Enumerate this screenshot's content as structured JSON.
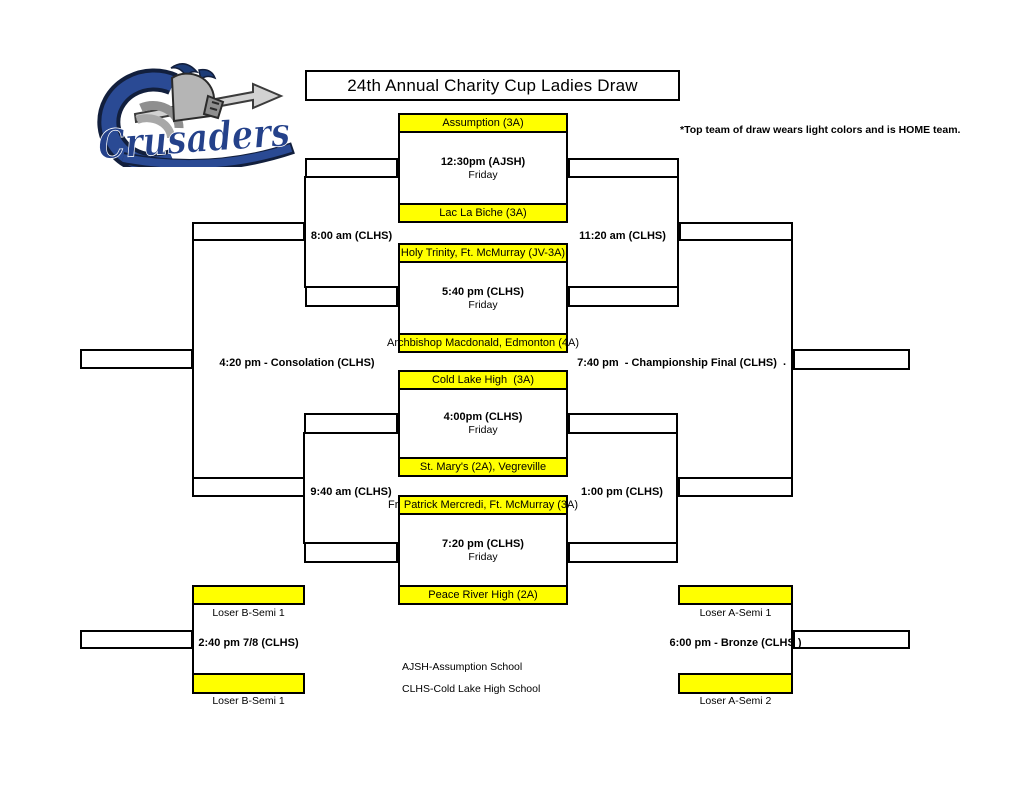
{
  "title": "24th Annual Charity Cup Ladies Draw",
  "note": "*Top team of draw wears light colors and is HOME team.",
  "logo": {
    "wordmark": "Crusaders"
  },
  "colors": {
    "highlight": "#ffff00",
    "line": "#000000",
    "logo_blue": "#2a4a94",
    "logo_navy": "#121f3d",
    "logo_silver": "#b5b5b5"
  },
  "bracket": {
    "games": [
      {
        "top_team": "Assumption (3A)",
        "time": "12:30pm (AJSH)",
        "day": "Friday",
        "bottom_team": "Lac La Biche (3A)"
      },
      {
        "top_team": "Holy Trinity, Ft. McMurray (JV-3A)",
        "time": "5:40 pm (CLHS)",
        "day": "Friday",
        "bottom_team": "Archbishop Macdonald, Edmonton (4A)"
      },
      {
        "top_team": "Cold Lake High  (3A)",
        "time": "4:00pm (CLHS)",
        "day": "Friday",
        "bottom_team": "St. Mary's (2A), Vegreville"
      },
      {
        "top_team": "Fr. Patrick Mercredi, Ft. McMurray (3A)",
        "time": "7:20 pm (CLHS)",
        "day": "Friday",
        "bottom_team": "Peace River High (2A)"
      }
    ],
    "semifinal_times": {
      "left_top": "8:00 am (CLHS)",
      "right_top": "11:20 am (CLHS)",
      "left_bottom": "9:40 am (CLHS)",
      "right_bottom": "1:00 pm (CLHS)"
    },
    "finals": {
      "consolation": "4:20 pm - Consolation (CLHS)",
      "championship": "7:40 pm  - Championship Final (CLHS)",
      "championship_suffix": ".",
      "seventh_eighth": "2:40 pm 7/8 (CLHS)",
      "bronze": "6:00 pm - Bronze (CLHS )"
    },
    "placement_left": {
      "top_team_label": "Loser B-Semi 1",
      "bottom_team_label": "Loser B-Semi 1"
    },
    "placement_right": {
      "top_team_label": "Loser A-Semi 1",
      "bottom_team_label": "Loser A-Semi 2"
    }
  },
  "legend": {
    "line1": "AJSH-Assumption School",
    "line2": "CLHS-Cold Lake High School"
  }
}
